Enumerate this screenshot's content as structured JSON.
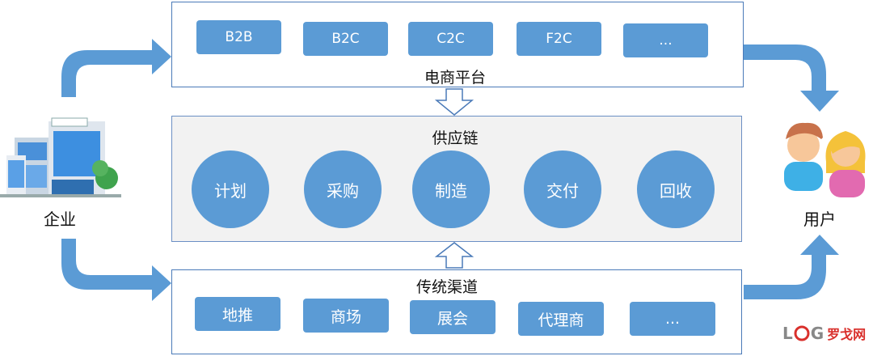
{
  "ecommerce": {
    "title": "电商平台",
    "items": [
      "B2B",
      "B2C",
      "C2C",
      "F2C",
      "..."
    ]
  },
  "supply_chain": {
    "title": "供应链",
    "steps": [
      "计划",
      "采购",
      "制造",
      "交付",
      "回收"
    ]
  },
  "traditional": {
    "title": "传统渠道",
    "items": [
      "地推",
      "商场",
      "展会",
      "代理商",
      "..."
    ]
  },
  "enterprise_label": "企业",
  "users_label": "用户",
  "watermark": {
    "text_latin_1": "L",
    "text_latin_2": "G",
    "text_cn": "罗戈网"
  },
  "colors": {
    "accent": "#5b9bd5",
    "panel_border": "#4a7ab8",
    "watermark_red": "#d9302c"
  }
}
